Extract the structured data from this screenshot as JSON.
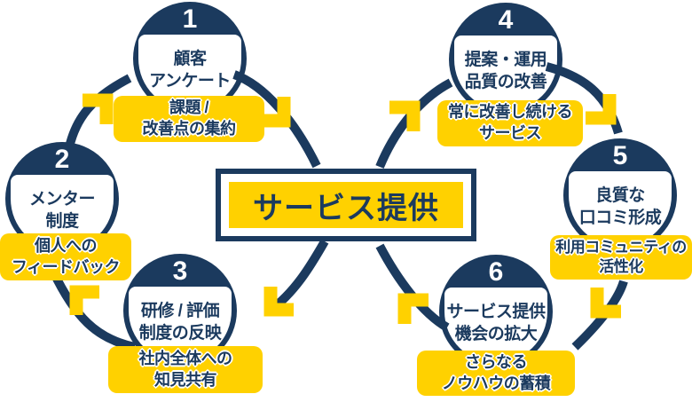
{
  "center": {
    "title": "サービス提供"
  },
  "colors": {
    "navy": "#1b3a5e",
    "yellow": "#ffd100",
    "background": "#ffffff",
    "number_text": "#ffffff"
  },
  "steps": [
    {
      "number": "1",
      "name_line1": "顧客",
      "name_line2": "アンケート",
      "tag_line1": "課題 /",
      "tag_line2": "改善点の集約"
    },
    {
      "number": "2",
      "name_line1": "メンター",
      "name_line2": "制度",
      "tag_line1": "個人への",
      "tag_line2": "フィードバック"
    },
    {
      "number": "3",
      "name_line1": "研修 / 評価",
      "name_line2": "制度の反映",
      "tag_line1": "社内全体への",
      "tag_line2": "知見共有"
    },
    {
      "number": "4",
      "name_line1": "提案・運用",
      "name_line2": "品質の改善",
      "tag_line1": "常に改善し続ける",
      "tag_line2": "サービス"
    },
    {
      "number": "5",
      "name_line1": "良質な",
      "name_line2": "口コミ形成",
      "tag_line1": "利用コミュニティの",
      "tag_line2": "活性化"
    },
    {
      "number": "6",
      "name_line1": "サービス提供",
      "name_line2": "機会の拡大",
      "tag_line1": "さらなる",
      "tag_line2": "ノウハウの蓄積"
    }
  ],
  "flows": [
    {
      "from": "2",
      "to": "1"
    },
    {
      "from": "1",
      "to": "center"
    },
    {
      "from": "center",
      "to": "3"
    },
    {
      "from": "3",
      "to": "2"
    },
    {
      "from": "center",
      "to": "4"
    },
    {
      "from": "4",
      "to": "5"
    },
    {
      "from": "5",
      "to": "6"
    },
    {
      "from": "6",
      "to": "center"
    }
  ]
}
